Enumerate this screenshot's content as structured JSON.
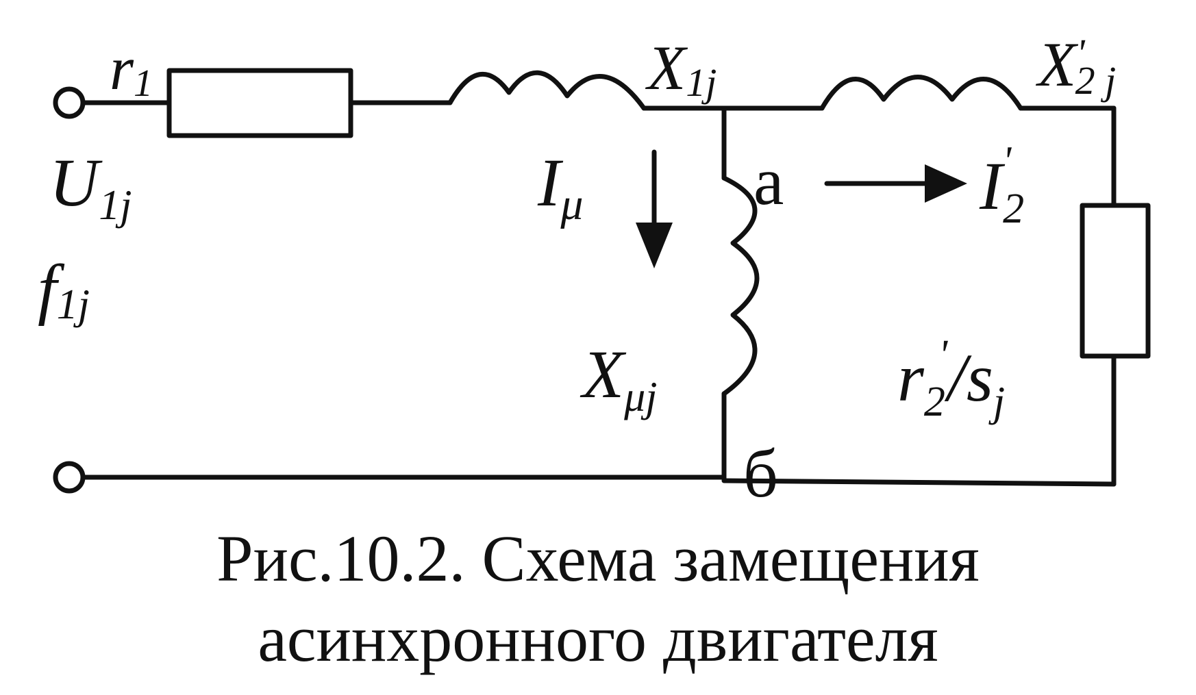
{
  "labels": {
    "r1": "r",
    "r1_sub": "1",
    "x1": "X",
    "x1_sub": "1j",
    "x2": "X",
    "x2_prime": "'",
    "x2_sub": "2 j",
    "u1": "U",
    "u1_sub": "1j",
    "f1": "f",
    "f1_sub": "1j",
    "i_mu": "I",
    "i_mu_sub": "μ",
    "node_a": "а",
    "i2": "I",
    "i2_prime": "'",
    "i2_sub": "2",
    "x_mu": "X",
    "x_mu_sub": "μj",
    "r2": "r",
    "r2_sub": "2",
    "r2_prime": "'",
    "r2_slash": "/s",
    "r2_sj_sub": "j",
    "node_b": "б"
  },
  "caption": {
    "line1": "Рис.10.2. Схема замещения",
    "line2": "асинхронного двигателя"
  }
}
